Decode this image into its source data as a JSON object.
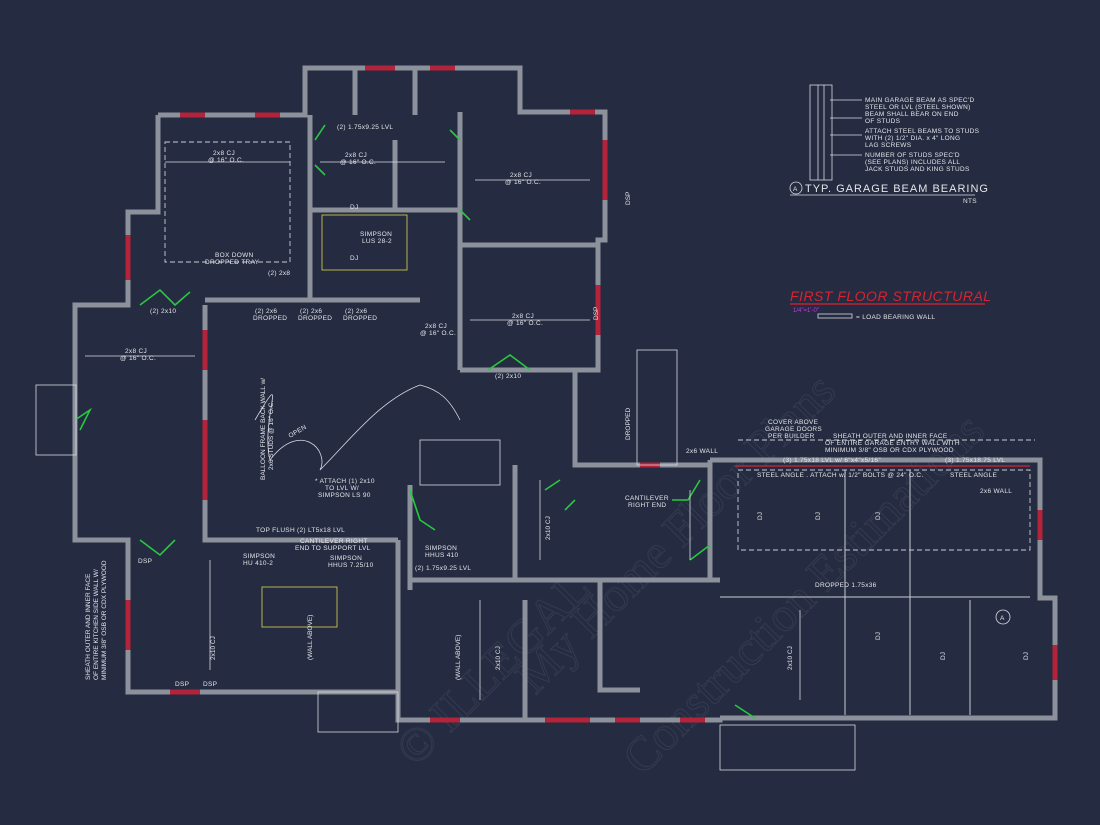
{
  "sheet": {
    "title": "FIRST FLOOR STRUCTURAL",
    "scale": "1/4\"=1'-0\"",
    "legend_label": "= LOAD BEARING WALL",
    "watermark": "© ILLEGAL TO COPY - My Home Floor Plans - Construction Estimations"
  },
  "colors": {
    "background": "#252b40",
    "walls": "#8d919c",
    "windows": "#b3233a",
    "doors": "#27c93f",
    "title": "#d62433",
    "scale": "#c13be0"
  },
  "detail": {
    "tag": "A",
    "title": "TYP. GARAGE BEAM BEARING",
    "nts": "NTS",
    "notes": [
      [
        "MAIN GARAGE BEAM AS SPEC'D",
        "STEEL OR LVL (STEEL SHOWN)"
      ],
      [
        "BEAM SHALL BEAR ON END",
        "OF STUDS"
      ],
      [
        "ATTACH STEEL BEAMS TO STUDS",
        "WITH (2) 1/2\" DIA. x 4\" LONG",
        "LAG SCREWS"
      ],
      [
        "NUMBER OF STUDS SPEC'D",
        "(SEE PLANS) INCLUDES ALL",
        "JACK STUDS AND KING STUDS"
      ]
    ]
  },
  "plan": {
    "joist_2x8": "2x8 CJ",
    "joist_2x10": "2x10 CJ",
    "spacing": "@ 16\" O.C.",
    "box_down": [
      "BOX DOWN",
      "DROPPED TRAY"
    ],
    "simpson_lus": [
      "SIMPSON",
      "LUS 28-2"
    ],
    "dj": "DJ",
    "dsp": "DSP",
    "two_2x8": "(2) 2x8",
    "two_2x10": "(2) 2x10",
    "two_2x6_dropped": [
      "(2) 2x6",
      "DROPPED"
    ],
    "lvl_top": "(2) 1.75x9.25 LVL",
    "balloon": [
      "BALLOON FRAME BACK WALL w/",
      "2x6 STUDS @ 16\" O.C."
    ],
    "open": "OPEN",
    "attach": [
      "* ATTACH (1) 2x10",
      "TO LVL W/",
      "SIMPSON LS 90"
    ],
    "top_flush": "TOP FLUSH (2) LT5x18 LVL",
    "cantilever": [
      "CANTILEVER RIGHT",
      "END TO SUPPORT LVL"
    ],
    "simpson_hu": [
      "SIMPSON",
      "HU 410-2"
    ],
    "simpson_hhus": [
      "SIMPSON",
      "HHUS 7.25/10"
    ],
    "simpson_hus": [
      "SIMPSON",
      "HHUS 410"
    ],
    "wall_above": "(WALL ABOVE)",
    "cantilever_right": [
      "CANTILEVER",
      "RIGHT END"
    ],
    "dropped": "DROPPED",
    "sheath_left": [
      "SHEATH OUTER AND INNER FACE",
      "OF ENTIRE KITCHEN SIDE WALL W/",
      "MINIMUM 3/8\" OSB OR CDX PLYWOOD"
    ],
    "garage": {
      "cover": [
        "COVER ABOVE",
        "GARAGE DOORS",
        "PER BUILDER"
      ],
      "sheath": [
        "SHEATH OUTER AND INNER FACE",
        "OF ENTIRE GARAGE ENTRY WALL WITH",
        "MINIMUM 3/8\" OSB OR CDX PLYWOOD"
      ],
      "wall_2x6": "2x6 WALL",
      "beam_left": "(3) 1.75x18 LVL w/ 6\"x4\"x5/16\"",
      "beam_right": "(3) 1.75x18.75 LVL",
      "steel_angle_attach": "STEEL ANGLE . ATTACH w/ 1/2\" BOLTS @ 24\" O.C.",
      "steel_angle": "STEEL ANGLE",
      "dropped_beam": "DROPPED 1.75x36",
      "detail_ref": "A"
    }
  }
}
